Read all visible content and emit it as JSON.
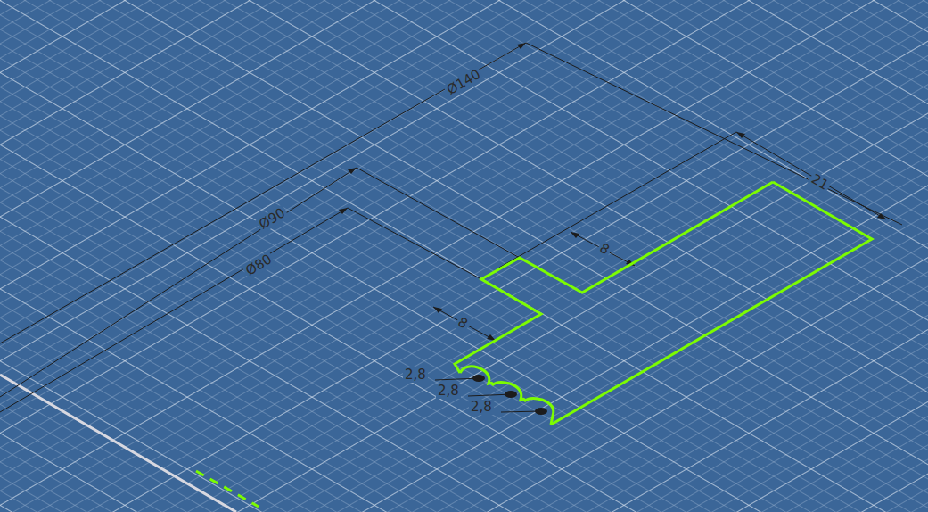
{
  "diagram": {
    "labels": [
      "Ø140",
      "Ø90",
      "Ø80",
      "21",
      "8",
      "8",
      "2,8",
      "2,8",
      "2,8"
    ]
  }
}
